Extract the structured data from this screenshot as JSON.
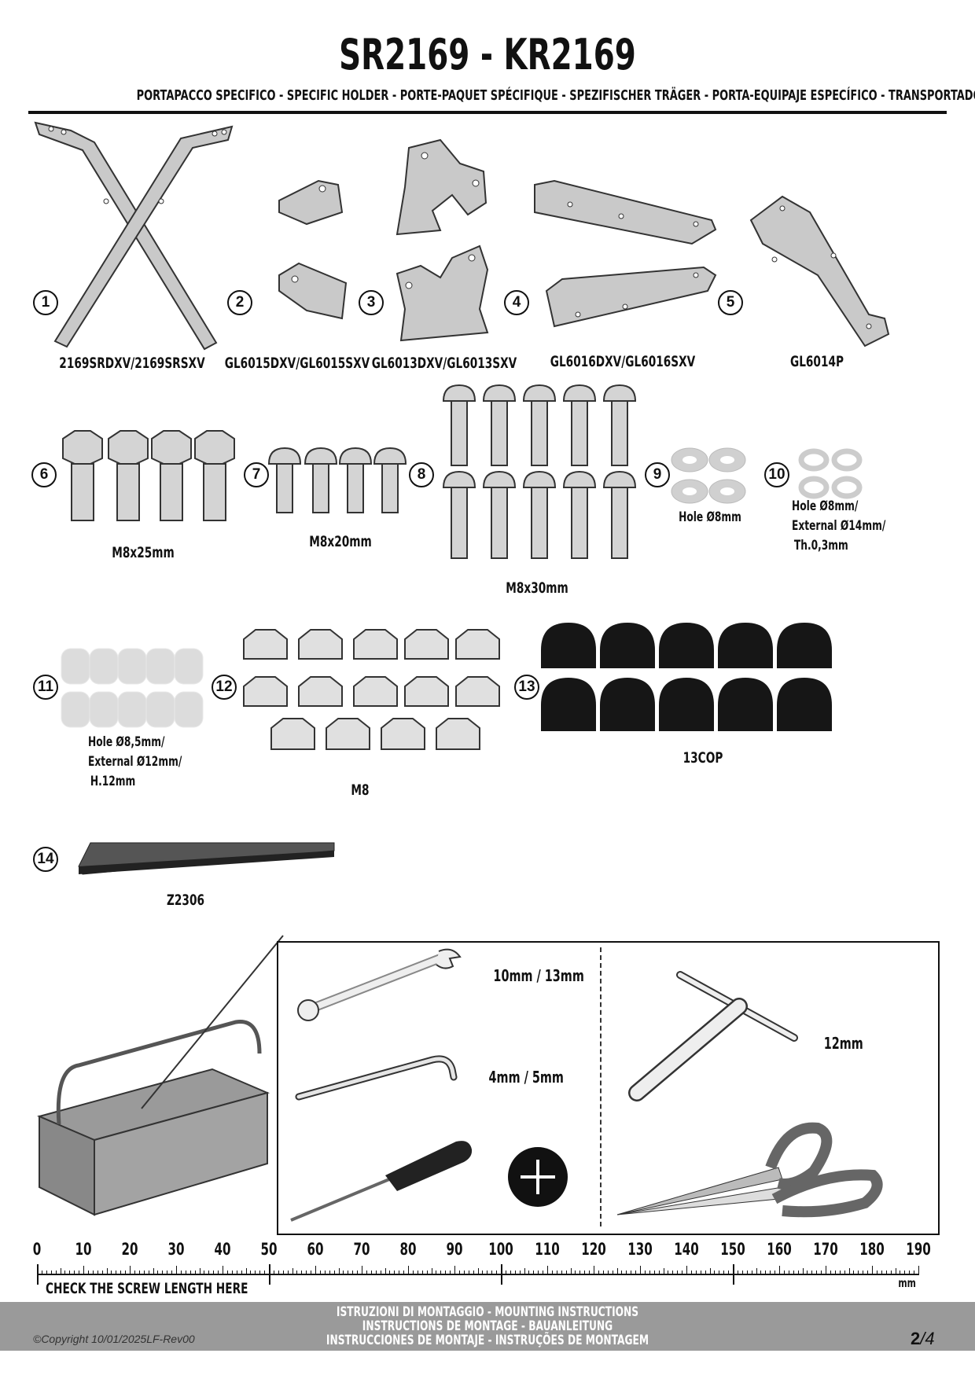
{
  "header": {
    "title": "SR2169 - KR2169",
    "subtitle": "PORTAPACCO SPECIFICO - SPECIFIC HOLDER - PORTE-PAQUET SPÉCIFIQUE - SPEZIFISCHER TRÄGER - PORTA-EQUIPAJE ESPECÍFICO - TRANSPORTADOR ESPECÍFICO"
  },
  "parts": [
    {
      "n": "1",
      "code": "2169SRDXV/2169SRSXV"
    },
    {
      "n": "2",
      "code": "GL6015DXV/GL6015SXV"
    },
    {
      "n": "3",
      "code": "GL6013DXV/GL6013SXV"
    },
    {
      "n": "4",
      "code": "GL6016DXV/GL6016SXV"
    },
    {
      "n": "5",
      "code": "GL6014P"
    },
    {
      "n": "6",
      "code": "M8x25mm"
    },
    {
      "n": "7",
      "code": "M8x20mm"
    },
    {
      "n": "8",
      "code": "M8x30mm"
    },
    {
      "n": "9",
      "code": "Hole Ø8mm"
    },
    {
      "n": "10",
      "lines": [
        "Hole Ø8mm/",
        "External Ø14mm/",
        "Th.0,3mm"
      ]
    },
    {
      "n": "11",
      "lines": [
        "Hole Ø8,5mm/",
        "External Ø12mm/",
        "H.12mm"
      ]
    },
    {
      "n": "12",
      "code": "M8"
    },
    {
      "n": "13",
      "code": "13COP"
    },
    {
      "n": "14",
      "code": "Z2306"
    }
  ],
  "tools": {
    "wrench": "10mm / 13mm",
    "allen": "4mm / 5mm",
    "socket": "12mm",
    "screwdriver_type": "phillips-plus-icon"
  },
  "ruler": {
    "ticks": [
      "0",
      "10",
      "20",
      "30",
      "40",
      "50",
      "60",
      "70",
      "80",
      "90",
      "100",
      "110",
      "120",
      "130",
      "140",
      "150",
      "160",
      "170",
      "180",
      "190"
    ],
    "unit": "mm",
    "caption": "CHECK THE SCREW LENGTH HERE"
  },
  "footer": {
    "lines": [
      "ISTRUZIONI DI MONTAGGIO  -  MOUNTING INSTRUCTIONS",
      "INSTRUCTIONS DE MONTAGE - BAUANLEITUNG",
      "INSTRUCCIONES DE MONTAJE - INSTRUÇÕES DE MONTAGEM"
    ],
    "copyright": "©Copyright 10/01/2025LF-Rev00",
    "page_current": "2",
    "page_total": "/4"
  }
}
